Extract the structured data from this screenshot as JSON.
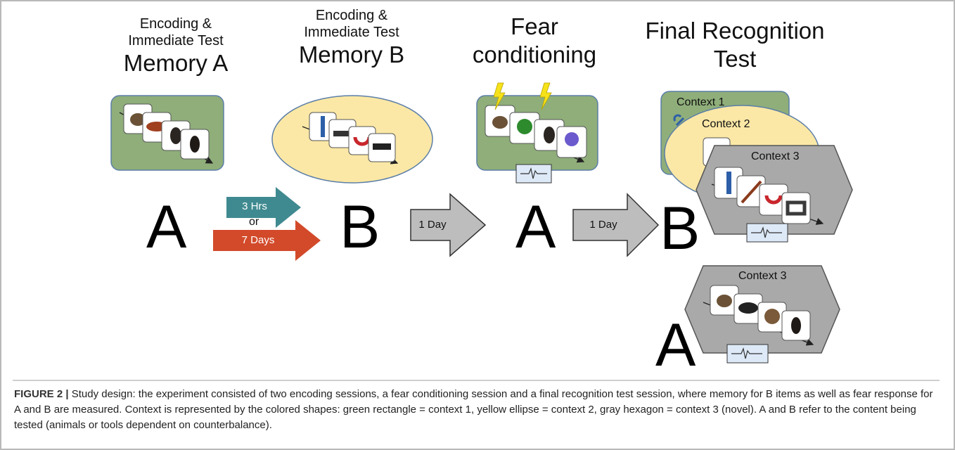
{
  "stages": {
    "memory_a": {
      "line1": "Encoding &",
      "line2": "Immediate Test",
      "title": "Memory A",
      "letter": "A"
    },
    "memory_b": {
      "line1": "Encoding &",
      "line2": "Immediate Test",
      "title": "Memory B",
      "letter": "B"
    },
    "fear": {
      "line1": "Fear",
      "line2": "conditioning",
      "letter": "A"
    },
    "final": {
      "line1": "Final Recognition",
      "line2": "Test",
      "letter_b": "B",
      "letter_a": "A"
    }
  },
  "arrows": {
    "hrs": "3 Hrs",
    "or": "or",
    "days": "7 Days",
    "day1": "1 Day",
    "day2": "1 Day"
  },
  "contexts": {
    "c1": "Context 1",
    "c2": "Context 2",
    "c3_top": "Context 3",
    "c3_bottom": "Context 3"
  },
  "colors": {
    "green_context": "#8fae7a",
    "yellow_context": "#fbe8a6",
    "gray_context": "#a9a9a9",
    "teal_arrow": "#3f8a90",
    "red_arrow": "#d24a2a",
    "gray_arrow": "#bdbdbd",
    "ecg_box": "#dde9f7"
  },
  "caption": {
    "label": "FIGURE 2 |",
    "text": " Study design: the experiment consisted of two encoding sessions, a fear conditioning session and a final recognition test session, where memory for B items as well as fear response for A and B are measured. Context is represented by the colored shapes: green rectangle = context 1, yellow ellipse = context 2, gray hexagon = context 3 (novel). A and B refer to the content being tested (animals or tools dependent on counterbalance)."
  }
}
